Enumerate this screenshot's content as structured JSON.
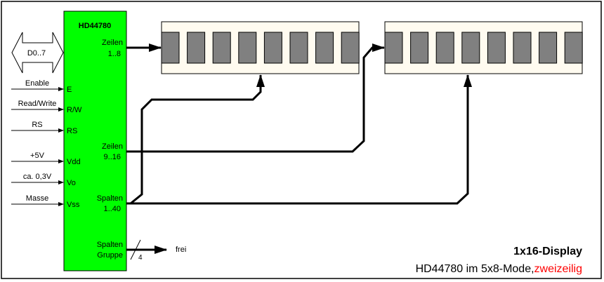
{
  "colors": {
    "chip": "#00ff00",
    "display_bg": "#fffbf0",
    "cell": "#808080",
    "accent": "#ff0000"
  },
  "chip": {
    "title": "HD44780",
    "outputs": {
      "rows_1_8": [
        "Zeilen",
        "1..8"
      ],
      "rows_9_16": [
        "Zeilen",
        "9..16"
      ],
      "cols_1_40": [
        "Spalten",
        "1..40"
      ],
      "col_group": [
        "Spalten",
        "Gruppe"
      ]
    },
    "pins": [
      {
        "signal": "Enable",
        "pin": "E"
      },
      {
        "signal": "Read/Write",
        "pin": "R/W"
      },
      {
        "signal": "RS",
        "pin": "RS"
      },
      {
        "signal": "+5V",
        "pin": "Vdd"
      },
      {
        "signal": "ca. 0,3V",
        "pin": "Vo"
      },
      {
        "signal": "Masse",
        "pin": "Vss"
      }
    ]
  },
  "bus": {
    "label": "D0..7"
  },
  "group_bus": {
    "width": "4",
    "target": "frei"
  },
  "displays": [
    {
      "cells": 8
    },
    {
      "cells": 8
    }
  ],
  "caption": {
    "title": "1x16-Display",
    "subtitle": "HD44780 im 5x8-Mode,",
    "highlight": "zweizeilig"
  }
}
